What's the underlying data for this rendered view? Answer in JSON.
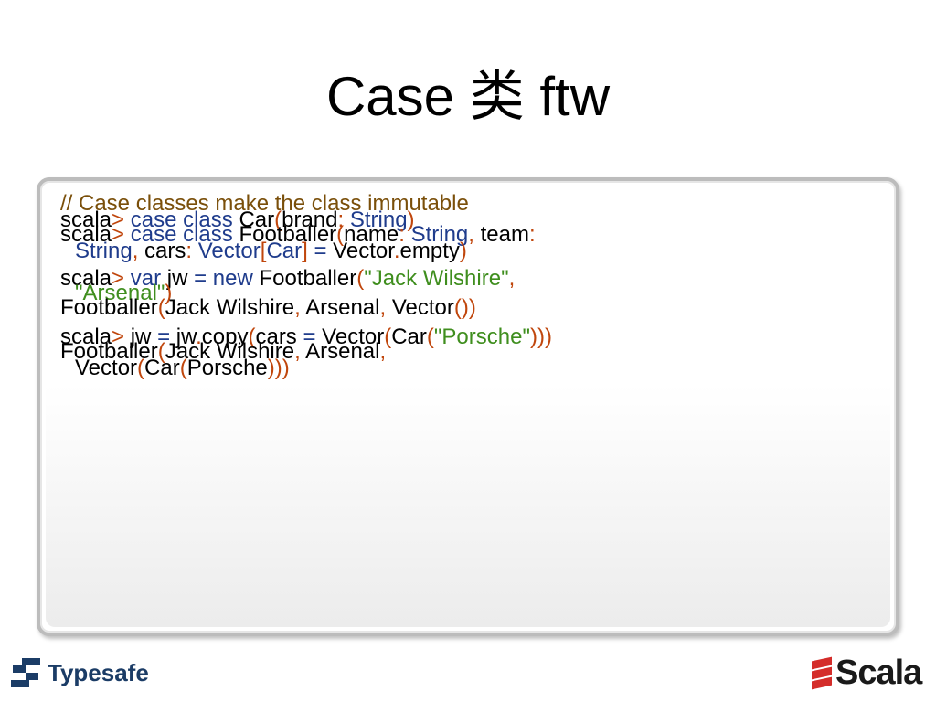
{
  "slide": {
    "title": "Case 类 ftw"
  },
  "code": {
    "comment": "// Case classes make the class immutable",
    "l1": {
      "prompt": "scala",
      "gt": ">",
      "kw": "case class",
      "name": "Car",
      "op": "(",
      "arg": "brand",
      "colon": ":",
      "type": "String",
      "cp": ")"
    },
    "l2": {
      "prompt": "scala",
      "gt": ">",
      "kw": "case class",
      "name": "Footballer",
      "op": "(",
      "arg": "name",
      "colon": ":",
      "type": "String",
      "comma": ",",
      "arg2": "team",
      "colon2": ":"
    },
    "l2b": {
      "type": "String",
      "comma": ",",
      "arg": "cars",
      "colon": ":",
      "type2": "Vector",
      "ob": "[",
      "type3": "Car",
      "cb": "]",
      "eq": "=",
      "val": "Vector",
      "dot": ".",
      "meth": "empty",
      "cp": ")"
    },
    "l3": {
      "prompt": "scala",
      "gt": ">",
      "kw": "var",
      "name": "jw",
      "eq": "=",
      "kw2": "new",
      "cls": "Footballer",
      "op": "(",
      "str": "\"Jack Wilshire\"",
      "comma": ","
    },
    "l3b": {
      "str": "\"Arsenal\"",
      "cp": ")"
    },
    "l4": {
      "cls": "Footballer",
      "op": "(",
      "a": "Jack Wilshire",
      "c1": ",",
      "b": "Arsenal",
      "c2": ",",
      "v": "Vector",
      "paren": "())"
    },
    "l5": {
      "prompt": "scala",
      "gt": ">",
      "name": "jw",
      "eq": "=",
      "obj": "jw",
      "dot": ".",
      "meth": "copy",
      "op": "(",
      "arg": "cars",
      "eq2": "=",
      "v": "Vector",
      "op2": "(",
      "car": "Car",
      "op3": "(",
      "str": "\"Porsche\"",
      "cp": ")))"
    },
    "l6": {
      "cls": "Footballer",
      "op": "(",
      "a": "Jack Wilshire",
      "c1": ",",
      "b": "Arsenal",
      "c2": ","
    },
    "l6b": {
      "v": "Vector",
      "op": "(",
      "car": "Car",
      "op2": "(",
      "val": "Porsche",
      "cp": ")))"
    }
  },
  "footer": {
    "left_logo": "Typesafe",
    "right_logo": "Scala"
  }
}
